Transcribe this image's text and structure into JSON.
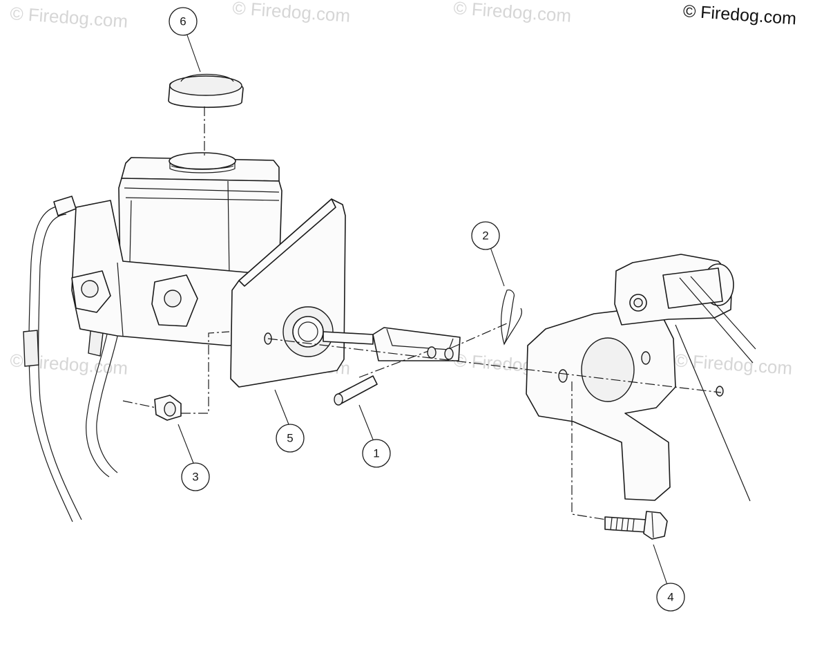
{
  "copyright": "© Firedog.com",
  "watermark": "© Firedog.com",
  "callouts": [
    {
      "id": "1",
      "label": "1"
    },
    {
      "id": "2",
      "label": "2"
    },
    {
      "id": "3",
      "label": "3"
    },
    {
      "id": "4",
      "label": "4"
    },
    {
      "id": "5",
      "label": "5"
    },
    {
      "id": "6",
      "label": "6"
    }
  ]
}
